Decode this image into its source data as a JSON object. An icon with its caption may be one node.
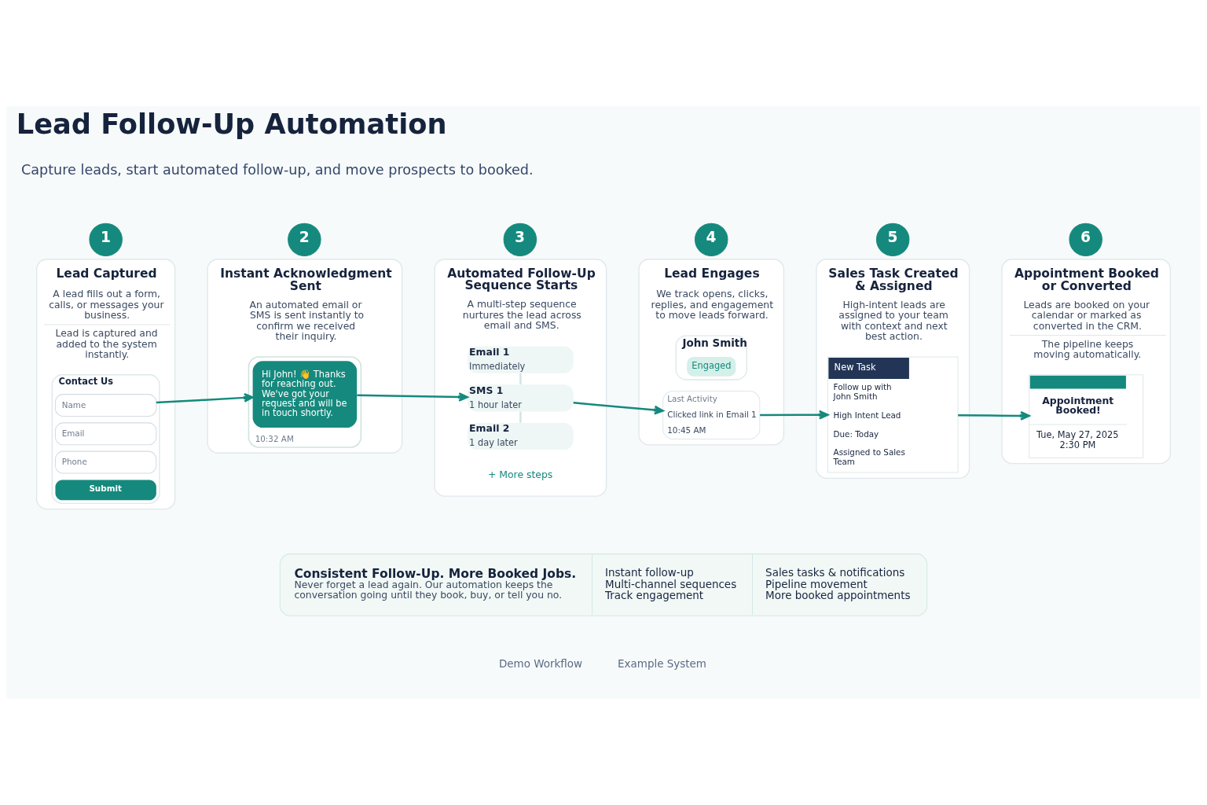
{
  "diagram": {
    "title": "Lead Follow-Up Automation",
    "nodes": [
      {
        "text": [
          "1"
        ]
      },
      {
        "text": [
          "Lead Captured",
          "A lead fills out a form, calls, or messages your business.",
          "Lead is captured and added to the system instantly."
        ]
      },
      {
        "text": [
          "Contact Us"
        ],
        "in": 1
      },
      {
        "text": [
          "Name"
        ],
        "in": 2
      },
      {
        "text": [
          "Email"
        ],
        "in": 2
      },
      {
        "text": [
          "Phone"
        ],
        "in": 2
      },
      {
        "text": [
          "Submit"
        ],
        "in": 2
      },
      {
        "text": [
          "2"
        ]
      },
      {
        "text": [
          "Instant Acknowledgment Sent",
          "An automated email or SMS is sent instantly to confirm we received their inquiry."
        ]
      },
      {
        "text": [
          "10:32 AM"
        ],
        "in": 8
      },
      {
        "text": [
          "Hi John! 👋 Thanks for reaching out. We've got your request and will be in touch shortly."
        ],
        "in": 9
      },
      {
        "text": [
          "3"
        ]
      },
      {
        "text": [
          "Automated Follow-Up Sequence Starts",
          "A multi-step sequence nurtures the lead across email and SMS."
        ]
      },
      {
        "text": [
          "Email 1",
          "Immediately"
        ],
        "in": 12
      },
      {
        "text": [
          "SMS 1",
          "1 hour later"
        ],
        "in": 12
      },
      {
        "text": [
          "Email 2",
          "1 day later"
        ],
        "in": 12
      },
      {
        "text": [
          "4"
        ]
      },
      {
        "text": [
          "Lead Engages",
          "We track opens, clicks, replies, and engagement to move leads forward."
        ]
      },
      {
        "text": [
          "John Smith"
        ],
        "in": 17
      },
      {
        "text": [
          "Engaged"
        ],
        "in": 18
      },
      {
        "text": [
          "Last Activity",
          "Clicked link in Email 1",
          "10:45 AM"
        ],
        "in": 17
      },
      {
        "text": [
          "5"
        ]
      },
      {
        "text": [
          "Sales Task Created & Assigned",
          "High-intent leads are assigned to your team with context and next best action."
        ]
      },
      {
        "text": [
          "New Task",
          "Follow up with John Smith",
          "High Intent Lead",
          "Due: Today",
          "Assigned to Sales Team"
        ],
        "in": 22
      },
      {
        "text": [
          "6"
        ]
      },
      {
        "text": [
          "Appointment Booked or Converted",
          "Leads are booked on your calendar or marked as converted in the CRM.",
          "The pipeline keeps moving automatically."
        ]
      },
      {
        "text": [
          "Appointment Booked!",
          "Tue, May 27, 2025 2:30 PM"
        ],
        "in": 25
      },
      {
        "text": [
          "Consistent Follow-Up. More Booked Jobs.",
          "Never forget a lead again. Our automation keeps the conversation going until they book, buy, or tell you no.",
          "Instant follow-up",
          "Multi-channel sequences",
          "Track engagement",
          "Sales tasks & notifications",
          "Pipeline movement",
          "More booked appointments"
        ]
      }
    ],
    "edges": [
      {
        "from": 1,
        "to": 8,
        "arrow": "to"
      },
      {
        "from": 8,
        "to": 12,
        "arrow": "to"
      },
      {
        "from": 12,
        "to": 17,
        "arrow": "to"
      },
      {
        "from": 17,
        "to": 22,
        "arrow": "to"
      },
      {
        "from": 22,
        "to": 25,
        "arrow": "to"
      },
      {
        "from": 13,
        "to": 14,
        "arrow": "none",
        "color": "#cfe6e2"
      },
      {
        "from": 14,
        "to": 15,
        "arrow": "none",
        "color": "#cfe6e2"
      }
    ],
    "labels": [
      "Capture leads, start automated follow-up, and move prospects to booked.",
      "+ More steps",
      "Demo Workflow",
      "Example System"
    ]
  }
}
